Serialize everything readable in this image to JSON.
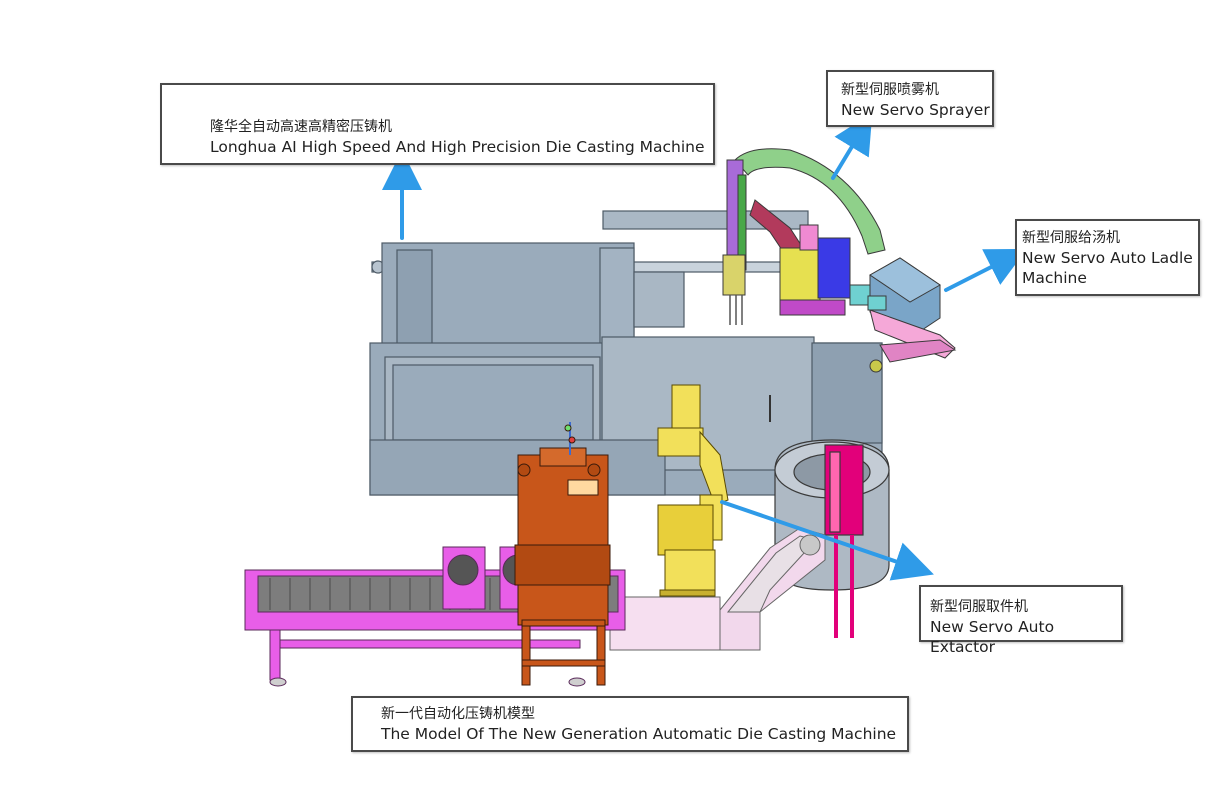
{
  "callouts": {
    "main_machine": {
      "zh": "隆华全自动高速高精密压铸机",
      "en": "Longhua AI High Speed And High Precision Die Casting Machine"
    },
    "sprayer": {
      "zh": "新型伺服喷雾机",
      "en": "New Servo Sprayer"
    },
    "ladle": {
      "zh": "新型伺服给汤机",
      "en1": "New Servo Auto Ladle",
      "en2": "Machine"
    },
    "extractor": {
      "zh": "新型伺服取件机",
      "en": "New Servo Auto Extactor"
    },
    "model": {
      "zh": "新一代自动化压铸机模型",
      "en": "The Model Of The New Generation Automatic Die Casting Machine"
    }
  },
  "colors": {
    "machine_body": "#9aabbb",
    "machine_edge": "#4d5a66",
    "trim_press": "#c8561a",
    "conveyor": "#e85ee8",
    "robot": "#f2e05a",
    "furnace": "#aeb9c4",
    "ladle_arm": "#e2007a",
    "sprayer_arm": "#8fd08a",
    "arrow": "#2f9be8"
  }
}
